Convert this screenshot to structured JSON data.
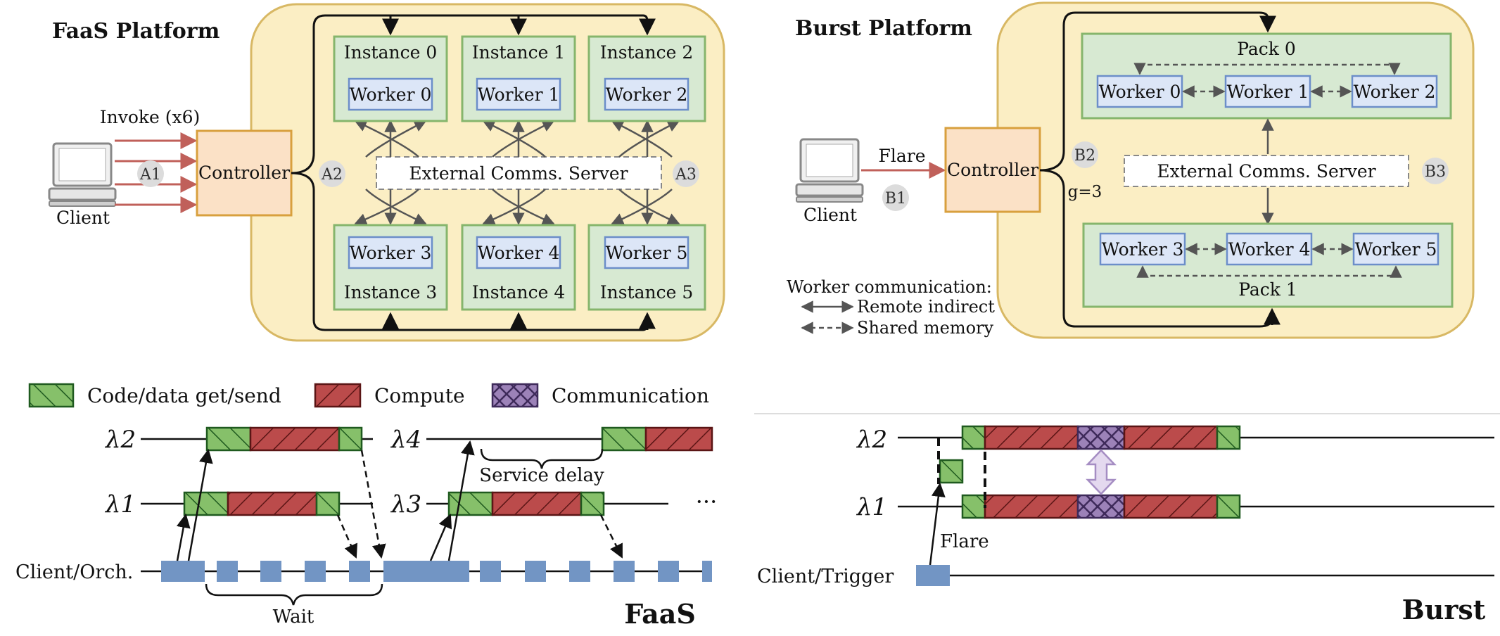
{
  "faas_platform": {
    "title": "FaaS Platform",
    "client_label": "Client",
    "invoke_label": "Invoke (x6)",
    "controller_label": "Controller",
    "instances": [
      {
        "instance": "Instance 0",
        "worker": "Worker 0"
      },
      {
        "instance": "Instance 1",
        "worker": "Worker 1"
      },
      {
        "instance": "Instance 2",
        "worker": "Worker 2"
      },
      {
        "instance": "Instance 3",
        "worker": "Worker 3"
      },
      {
        "instance": "Instance 4",
        "worker": "Worker 4"
      },
      {
        "instance": "Instance 5",
        "worker": "Worker 5"
      }
    ],
    "server_label": "External Comms. Server",
    "markers": [
      "A1",
      "A2",
      "A3"
    ]
  },
  "burst_platform": {
    "title": "Burst Platform",
    "client_label": "Client",
    "flare_label": "Flare",
    "controller_label": "Controller",
    "group_label": "g=3",
    "packs": [
      {
        "label": "Pack 0",
        "workers": [
          "Worker 0",
          "Worker 1",
          "Worker 2"
        ]
      },
      {
        "label": "Pack 1",
        "workers": [
          "Worker 3",
          "Worker 4",
          "Worker 5"
        ]
      }
    ],
    "server_label": "External Comms. Server",
    "markers": [
      "B1",
      "B2",
      "B3"
    ],
    "legend": {
      "title": "Worker communication:",
      "items": [
        "Remote indirect",
        "Shared memory"
      ]
    }
  },
  "timeline_legend": [
    "Code/data get/send",
    "Compute",
    "Communication"
  ],
  "faas_timeline": {
    "title": "FaaS",
    "rows": [
      "λ2",
      "λ1",
      "Client/Orch."
    ],
    "rows2": [
      "λ4",
      "λ3"
    ],
    "wait_label": "Wait",
    "service_delay_label": "Service delay",
    "ellipsis": "···"
  },
  "burst_timeline": {
    "title": "Burst",
    "rows": [
      "λ2",
      "λ1",
      "Client/Trigger"
    ],
    "flare_label": "Flare"
  },
  "colors": {
    "platform_bg": "#fbeec4",
    "platform_border": "#d8b864",
    "instance_bg": "#d7e9d2",
    "instance_border": "#86b56c",
    "worker_bg": "#dce6f7",
    "worker_border": "#6c8ec9",
    "controller_bg": "#fbe1c6",
    "controller_border": "#d8a03e",
    "invoke_arrow": "#c0605a",
    "green_seg": "#86c06a",
    "red_seg": "#bb4b4b",
    "purple_seg": "#9c82b8",
    "client_block": "#7295c4"
  }
}
